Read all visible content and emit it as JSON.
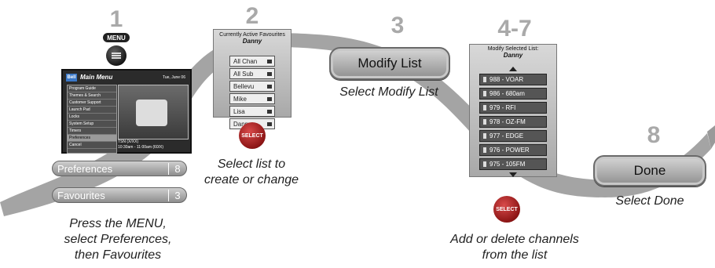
{
  "steps": {
    "s1": {
      "num": "1",
      "menu_key": "MENU",
      "caption_lines": [
        "Press the MENU,",
        "select Preferences,",
        "then Favourites"
      ]
    },
    "s2": {
      "num": "2",
      "caption_lines": [
        "Select list to",
        "create or change"
      ]
    },
    "s3": {
      "num": "3",
      "caption": "Select Modify List"
    },
    "s47": {
      "num": "4-7",
      "caption_lines": [
        "Add or delete channels",
        "from the list"
      ]
    },
    "s8": {
      "num": "8",
      "caption": "Select Done"
    }
  },
  "menu_screen": {
    "logo": "Bell",
    "title": "Main Menu",
    "date": "Tue, June 06",
    "items": [
      "Program Guide",
      "Themes & Search",
      "Customer Support",
      "Launch Pad",
      "Locks",
      "System Setup",
      "Timers",
      "Preferences",
      "Cancel"
    ],
    "channel_label": "TSN (X/XX)",
    "time_label": "10:30am - 11:00am (60/X)"
  },
  "pref_buttons": [
    {
      "label": "Preferences",
      "num": "8"
    },
    {
      "label": "Favourites",
      "num": "3"
    }
  ],
  "favourites_panel": {
    "title": "Currently Active Favourites",
    "subtitle": "Danny",
    "lists": [
      "All Chan",
      "All Sub",
      "Bellevu",
      "Mike",
      "Lisa",
      "Danny"
    ]
  },
  "select_button": "SELECT",
  "modify_button": "Modify List",
  "modify_panel": {
    "title": "Modify Selected List:",
    "subtitle": "Danny",
    "channels": [
      "988 - VOAR",
      "986 - 680am",
      "979 - RFI",
      "978 - OZ-FM",
      "977 - EDGE",
      "976 - POWER",
      "975 - 105FM"
    ]
  },
  "done_button": "Done"
}
